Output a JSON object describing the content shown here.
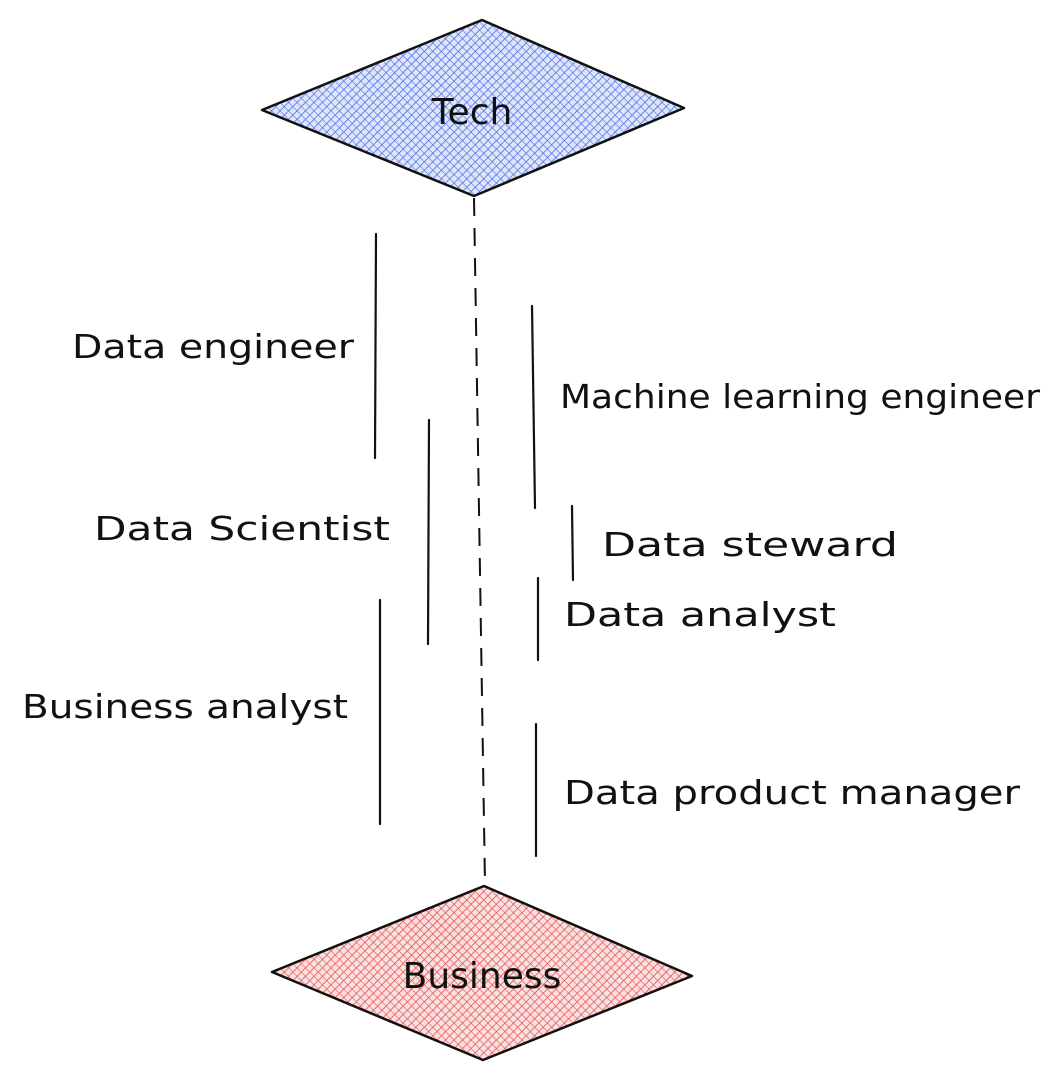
{
  "diagram": {
    "top_node": {
      "label": "Tech",
      "fill_color": "#4a6ee0"
    },
    "bottom_node": {
      "label": "Business",
      "fill_color": "#e05050"
    },
    "roles": [
      {
        "label": "Data engineer"
      },
      {
        "label": "Data Scientist"
      },
      {
        "label": "Business analyst"
      },
      {
        "label": "Machine learning engineer"
      },
      {
        "label": "Data steward"
      },
      {
        "label": "Data analyst"
      },
      {
        "label": "Data product manager"
      }
    ]
  }
}
